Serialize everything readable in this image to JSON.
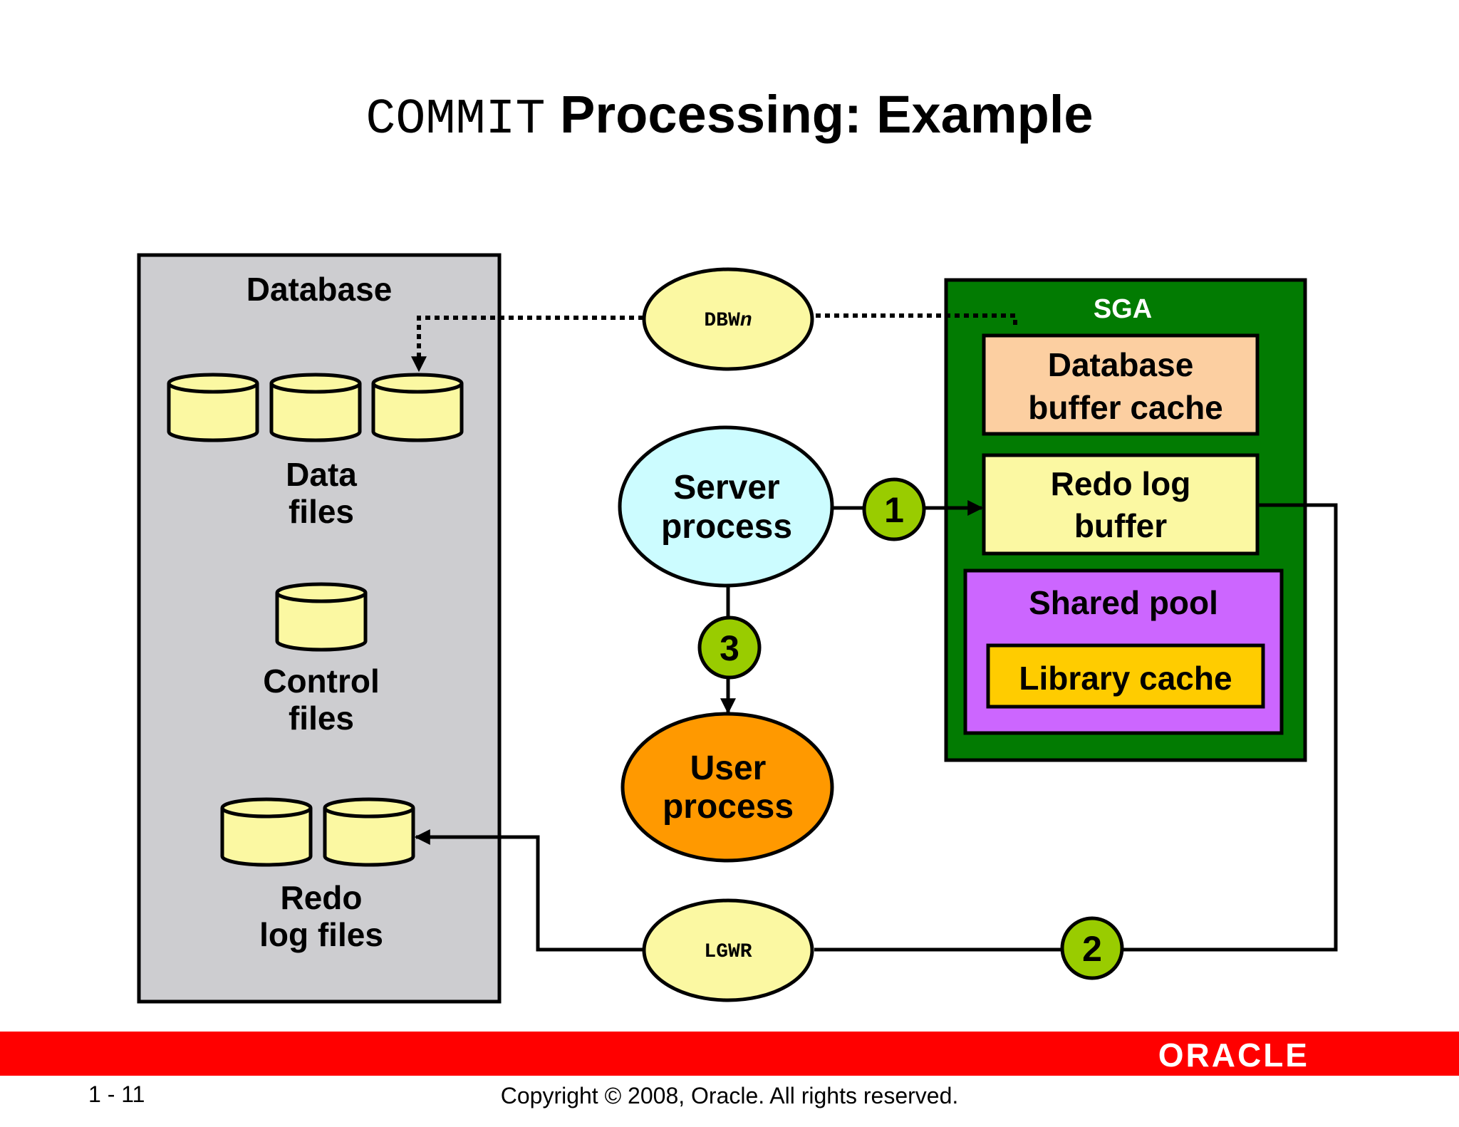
{
  "title": {
    "mono": "COMMIT",
    "rest": " Processing: Example"
  },
  "database": {
    "label": "Database",
    "data_files": [
      "Data",
      "files"
    ],
    "control_files": [
      "Control",
      "files"
    ],
    "redo_log_files": [
      "Redo",
      "log files"
    ]
  },
  "processes": {
    "dbwn_base": "DBW",
    "dbwn_suffix": "n",
    "lgwr": "LGWR",
    "server": [
      "Server",
      "process"
    ],
    "user": [
      "User",
      "process"
    ]
  },
  "sga": {
    "label": "SGA",
    "buffer_cache": [
      "Database",
      "buffer cache"
    ],
    "redo_log_buffer": [
      "Redo log",
      "buffer"
    ],
    "shared_pool": "Shared pool",
    "library_cache": "Library cache"
  },
  "steps": {
    "one": "1",
    "two": "2",
    "three": "3"
  },
  "colors": {
    "database_panel": "#cdcdd0",
    "file_cylinder": "#fbf8a2",
    "sga_green": "#027b02",
    "buffer_cache": "#fccfa1",
    "redo_buffer": "#fbf8a2",
    "shared_pool": "#cc66ff",
    "library_cache": "#ffcc00",
    "server_process": "#ccfcff",
    "user_process": "#ff9900",
    "step_badge": "#99cc00",
    "footer": "#ff0000"
  },
  "footer": {
    "brand": "ORACLE",
    "slide_number": "1 - 11",
    "copyright": "Copyright © 2008, Oracle. All rights reserved."
  }
}
